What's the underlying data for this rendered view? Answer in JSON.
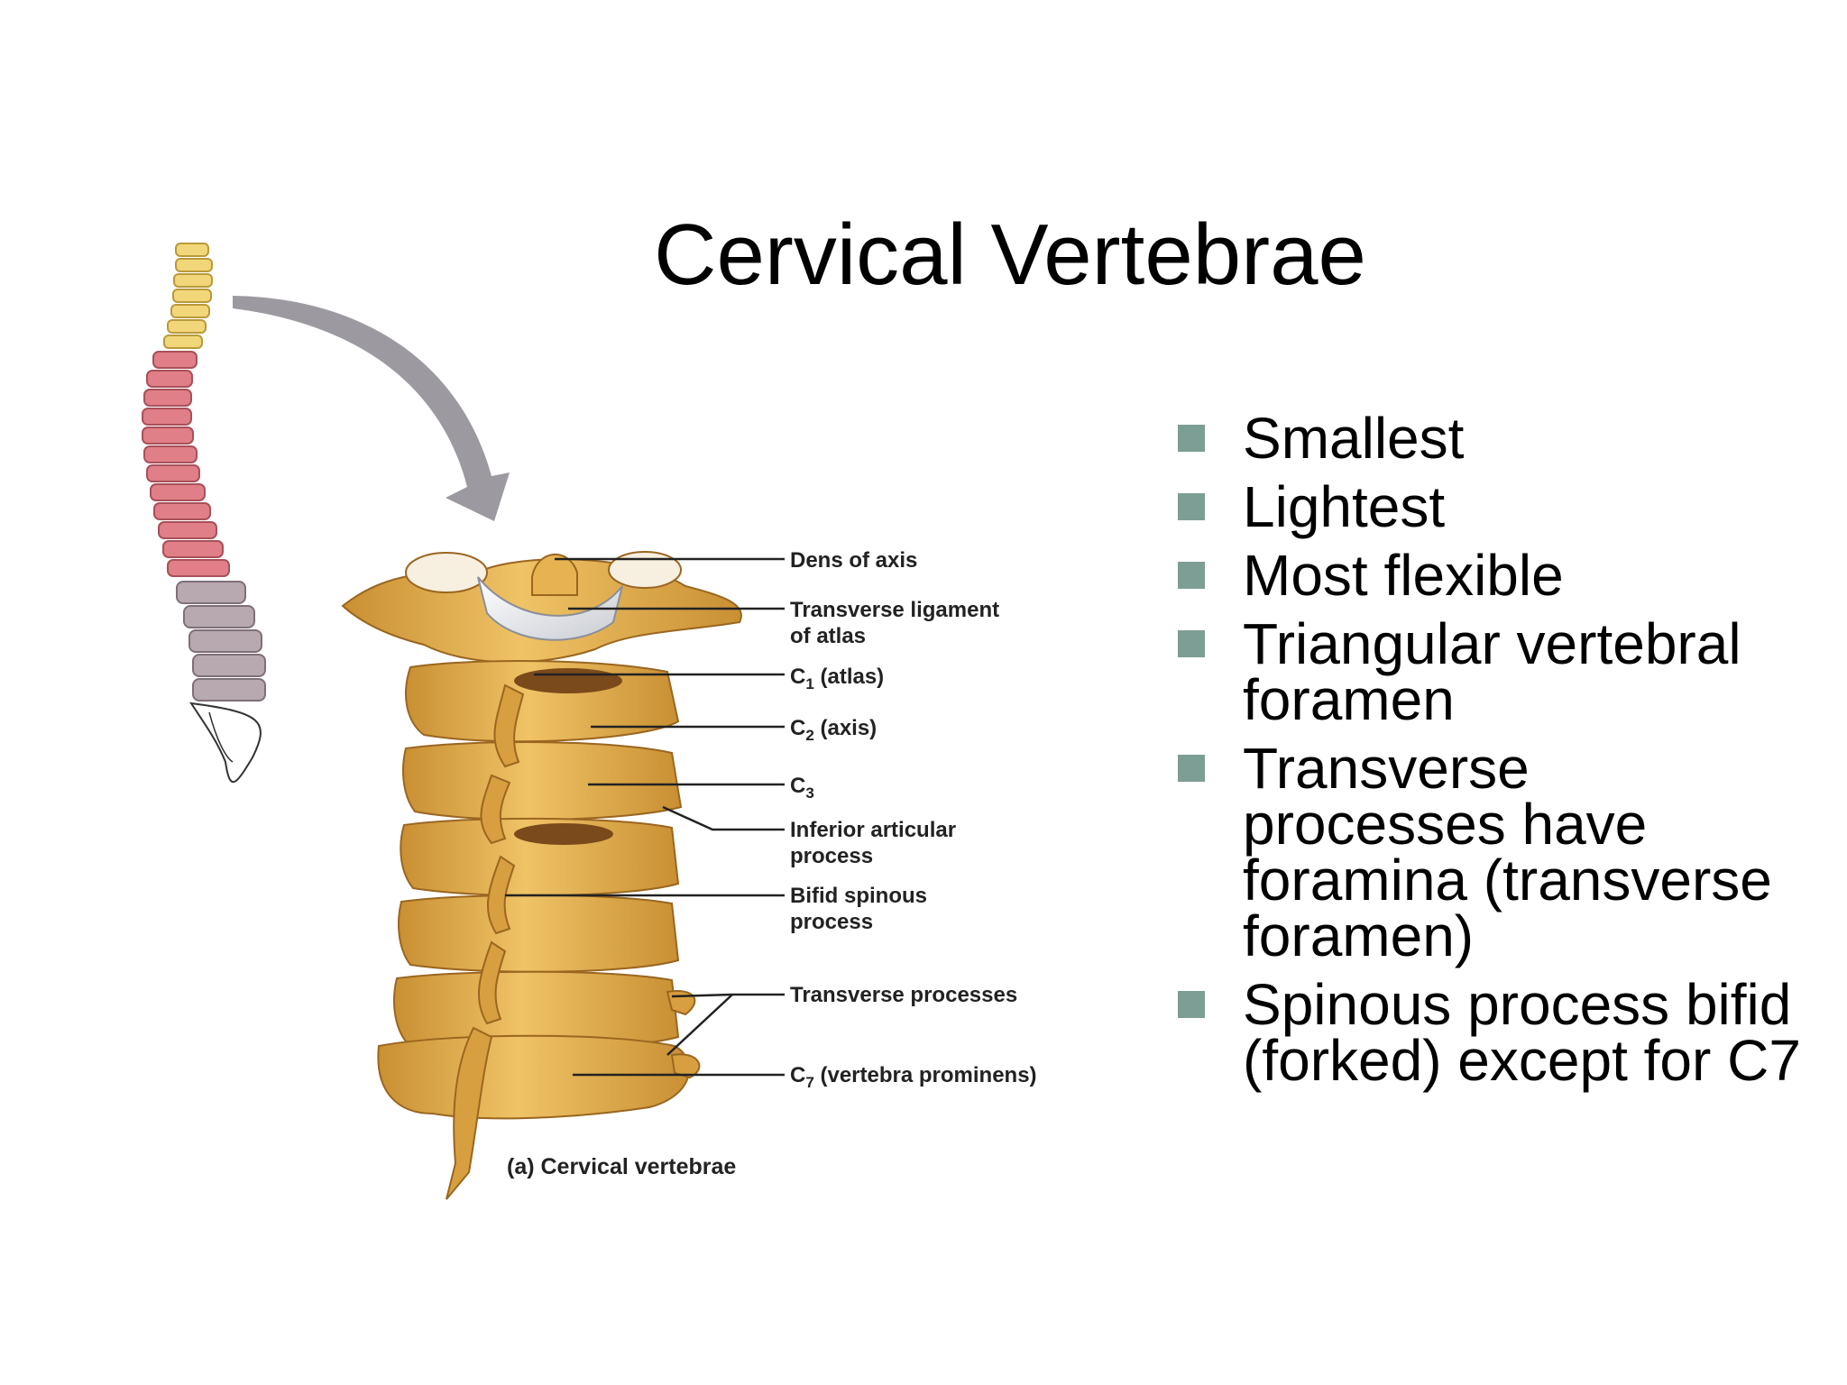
{
  "slide": {
    "title": "Cervical Vertebrae",
    "bullets": [
      "Smallest",
      "Lightest",
      "Most flexible",
      "Triangular vertebral foramen",
      "Transverse processes have foramina (transverse foramen)",
      "Spinous process bifid (forked) except for C7"
    ]
  },
  "figure": {
    "labels": {
      "dens": "Dens of axis",
      "transverse_ligament_line1": "Transverse ligament",
      "transverse_ligament_line2": "of atlas",
      "c1": "C",
      "c1_sub": "1",
      "c1_rest": " (atlas)",
      "c2": "C",
      "c2_sub": "2",
      "c2_rest": " (axis)",
      "c3": "C",
      "c3_sub": "3",
      "inferior_line1": "Inferior articular",
      "inferior_line2": "process",
      "bifid_line1": "Bifid spinous",
      "bifid_line2": "process",
      "transverse_processes": "Transverse processes",
      "c7": "C",
      "c7_sub": "7",
      "c7_rest": " (vertebra prominens)"
    },
    "caption": "(a) Cervical vertebrae",
    "colors": {
      "bone": "#e8b44a",
      "bone_dark": "#b9802a",
      "cervical_region": "#f2d77a",
      "thoracic_region": "#e07f87",
      "lumbar_region": "#b8a8b0",
      "arrow": "#9c9aa0",
      "bullet": "#7d9e94"
    }
  }
}
